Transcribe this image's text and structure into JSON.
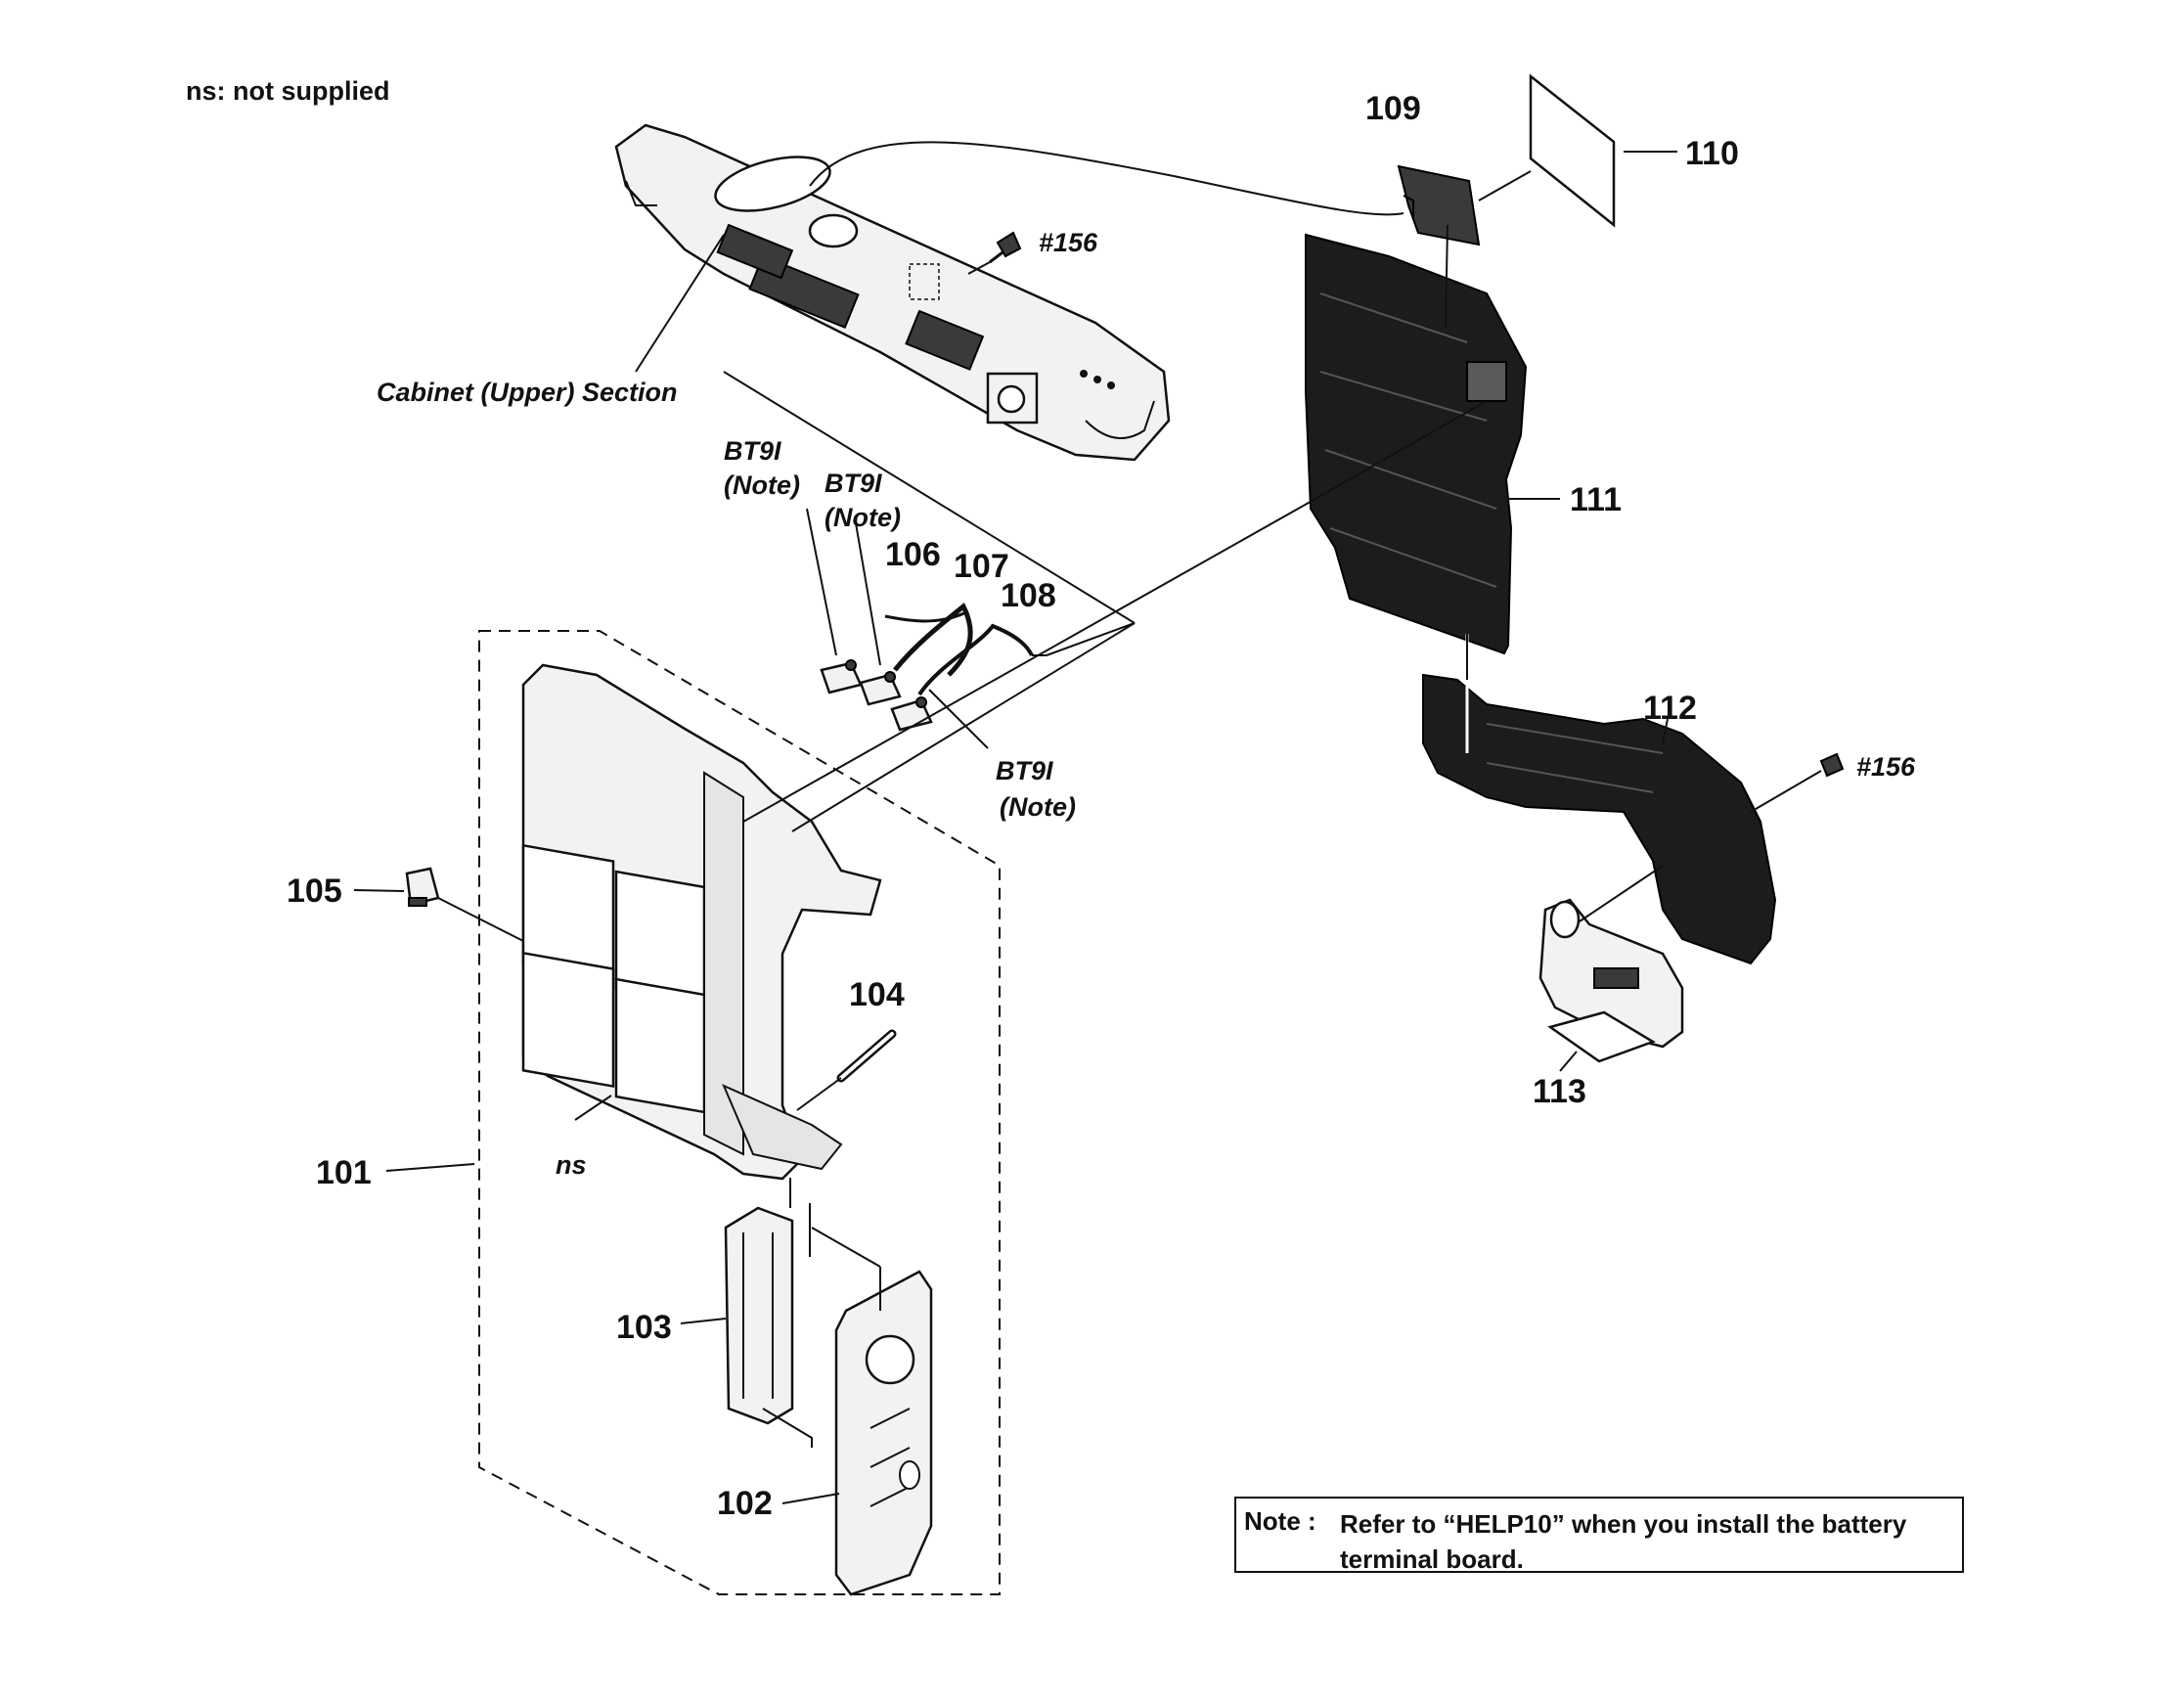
{
  "legend": "ns: not supplied",
  "labels": {
    "p101": "101",
    "p102": "102",
    "p103": "103",
    "p104": "104",
    "p105": "105",
    "p106": "106",
    "p107": "107",
    "p108": "108",
    "p109": "109",
    "p110": "110",
    "p111": "111",
    "p112": "112",
    "p113": "113",
    "screw_top": "#156",
    "screw_right": "#156",
    "cabinet_upper": "Cabinet (Upper) Section",
    "ns": "ns",
    "bt1": "BT9I",
    "bt1_note": "(Note)",
    "bt2": "BT9I",
    "bt2_note": "(Note)",
    "bt3": "BT9I",
    "bt3_note": "(Note)"
  },
  "note": {
    "head": "Note :",
    "text": "Refer to “HELP10” when you install  the battery terminal board."
  }
}
